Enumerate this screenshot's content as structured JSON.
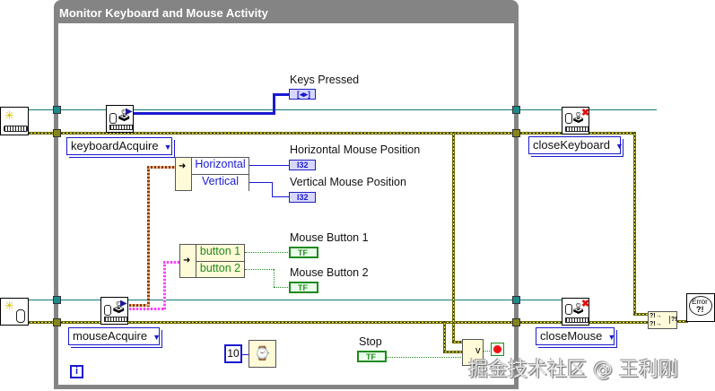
{
  "loop": {
    "title": "Monitor Keyboard and Mouse Activity",
    "iteration_terminal": "i"
  },
  "keyboard": {
    "acquire_enum": "keyboardAcquire",
    "close_enum": "closeKeyboard",
    "indicator_label": "Keys Pressed",
    "indicator_type": "[◂▸]"
  },
  "mouse": {
    "acquire_enum": "mouseAcquire",
    "close_enum": "closeMouse",
    "unbundle_position": [
      "Horizontal",
      "Vertical"
    ],
    "unbundle_buttons": [
      "button 1",
      "button 2"
    ],
    "horizontal_label": "Horizontal Mouse Position",
    "vertical_label": "Vertical Mouse Position",
    "button1_label": "Mouse Button 1",
    "button2_label": "Mouse Button 2",
    "int_type": "I32",
    "bool_type": "TF"
  },
  "timing": {
    "wait_ms": "10"
  },
  "stop": {
    "label": "Stop",
    "type": "TF",
    "or_glyph": "v"
  },
  "error": {
    "merge_glyph": "?!",
    "handler_text": "Error",
    "handler_glyph": "?!"
  },
  "watermark": "掘金技术社区 @ 王利刚",
  "colors": {
    "loop_frame": "#848484",
    "enum_border": "#1a1ad0",
    "bool_green": "#1f8a1f",
    "error_wire": "#f0f04a",
    "cluster_pink": "#ff40ff",
    "cluster_brown": "#8b3a10"
  }
}
